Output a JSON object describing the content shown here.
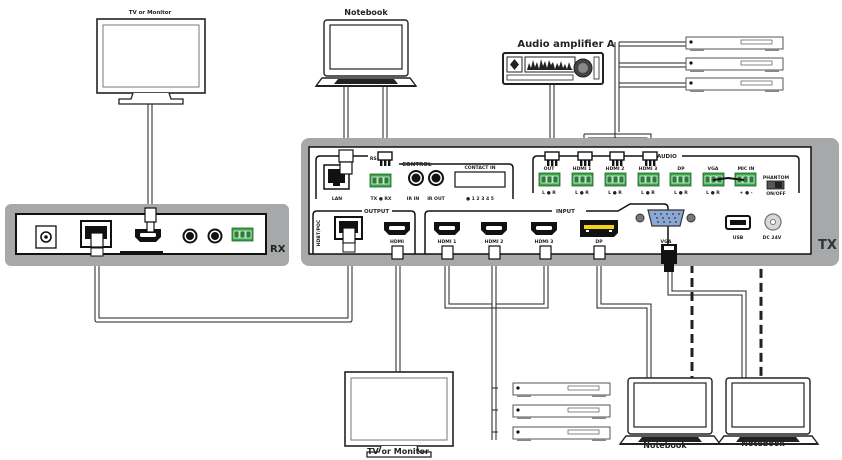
{
  "devices": {
    "tv_top": "TV or Monitor",
    "notebook_top": "Notebook",
    "audio_amplifier": "Audio amplifier A",
    "tv_bottom": "TV or Monitor",
    "notebook_bottom_left": "Notebook",
    "notebook_bottom_right": "Notebook"
  },
  "rx": {
    "label": "RX"
  },
  "tx": {
    "label": "TX",
    "control_title": "CONTROL",
    "lan": "LAN",
    "rs232": "RS-232",
    "tx_rx": "TX ● RX",
    "ir_in": "IR IN",
    "ir_out": "IR OUT",
    "contact_in": "CONTACT IN",
    "contact_pins": "● 1 2 3 4 5",
    "output_title": "OUTPUT",
    "hdbt_poc": "HDBT/POC",
    "hdmi_out": "HDMI",
    "input_title": "INPUT",
    "inputs": [
      "HDMI 1",
      "HDMI 2",
      "HDMI 3",
      "DP",
      "VGA"
    ],
    "audio_title": "AUDIO",
    "audio_ports": [
      "OUT",
      "HDMI 1",
      "HDMI 2",
      "HDMI 3",
      "DP",
      "VGA",
      "MIC IN"
    ],
    "lr": "L ● R",
    "mic_pins": "+ ● -",
    "phantom": "PHANTOM",
    "on_off": "ON/OFF",
    "usb": "USB",
    "dc": "DC 24V"
  },
  "colors": {
    "panel_gray": "#a7a8aa",
    "terminal_green": "#3aa84a",
    "dp_yellow": "#f2d21b",
    "vga_blue": "#8aa8d4"
  }
}
